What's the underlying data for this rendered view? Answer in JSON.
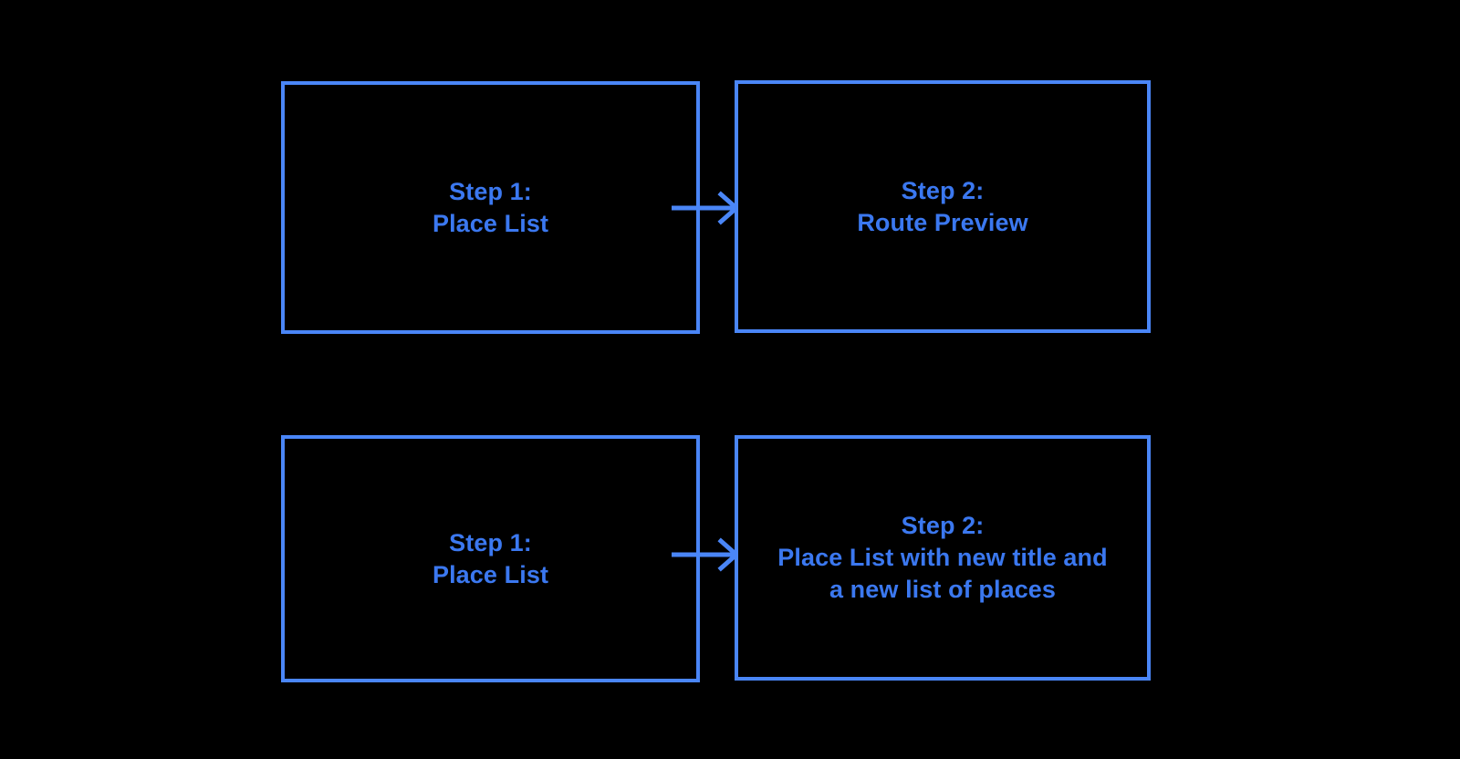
{
  "diagram": {
    "title": "Step flow diagram",
    "background_color": "#000000",
    "stroke_color": "#4a86f7",
    "text_color": "#3b78f0",
    "rows": [
      {
        "name": "route-preview-flow",
        "left_box": {
          "label": "Step 1:\nPlace List"
        },
        "arrow": {
          "name": "arrow-right",
          "direction": "right"
        },
        "right_box": {
          "label": "Step 2:\nRoute Preview"
        }
      },
      {
        "name": "new-place-list-flow",
        "left_box": {
          "label": "Step 1:\nPlace List"
        },
        "arrow": {
          "name": "arrow-right",
          "direction": "right"
        },
        "right_box": {
          "label": "Step 2:\nPlace List with new title and\na new list of places"
        }
      }
    ]
  }
}
